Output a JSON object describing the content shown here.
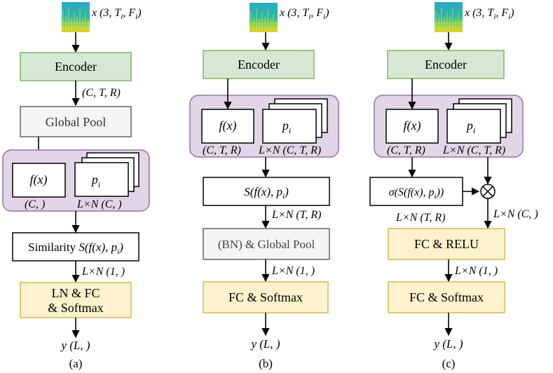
{
  "colors": {
    "green_fill": "#d5e8d4",
    "green_stroke": "#82b366",
    "gray_fill": "#f5f5f5",
    "gray_stroke": "#666666",
    "purple_fill": "#e1d5e7",
    "purple_stroke": "#9673a6",
    "yellow_fill": "#fff2cc",
    "yellow_stroke": "#d6b656",
    "line": "#000000"
  },
  "columns": {
    "a": {
      "input_label": "x (3, T",
      "input_sub": "i",
      "input_sep": ", F",
      "input_sub2": "i",
      "input_close": ")",
      "encoder": "Encoder",
      "edge_after_encoder": "(C, T, R)",
      "global_pool": "Global Pool",
      "fx": "f(x)",
      "p": "p",
      "p_sub": "i",
      "shape_fx": "(C, )",
      "shape_p": "L×N (C, )",
      "similarity_prefix": "Similarity ",
      "similarity_fn": "S(f(x), p",
      "similarity_sub": "i",
      "similarity_close": ")",
      "edge_after_similarity": "L×N (1, )",
      "head_line1": "LN & FC",
      "head_line2": "& Softmax",
      "output": "y (L, )",
      "caption": "(a)"
    },
    "b": {
      "input_label": "x (3, T",
      "input_sub": "i",
      "input_sep": ", F",
      "input_sub2": "i",
      "input_close": ")",
      "encoder": "Encoder",
      "fx": "f(x)",
      "p": "p",
      "p_sub": "i",
      "shape_fx": "(C, T, R)",
      "shape_p": "L×N (C, T, R)",
      "similarity_fn": "S(f(x), p",
      "similarity_sub": "i",
      "similarity_close": ")",
      "edge_after_similarity": "L×N (T, R)",
      "pool": "(BN) & Global Pool",
      "edge_after_pool": "L×N (1, )",
      "head": "FC & Softmax",
      "output": "y (L, )",
      "caption": "(b)"
    },
    "c": {
      "input_label": "x (3, T",
      "input_sub": "i",
      "input_sep": ", F",
      "input_sub2": "i",
      "input_close": ")",
      "encoder": "Encoder",
      "fx": "f(x)",
      "p": "p",
      "p_sub": "i",
      "shape_fx": "(C, T, R)",
      "shape_p": "L×N (C, T, R)",
      "sigma_fn": "σ(S(f(x), p",
      "sigma_sub": "i",
      "sigma_close": "))",
      "multiply_symbol": "⊗",
      "shape_sigma": "L×N (T, R)",
      "shape_mult": "L×N (C, )",
      "fc_relu": "FC & RELU",
      "edge_after_relu": "L×N (1, )",
      "head": "FC & Softmax",
      "output": "y (L, )",
      "caption": "(c)"
    }
  }
}
